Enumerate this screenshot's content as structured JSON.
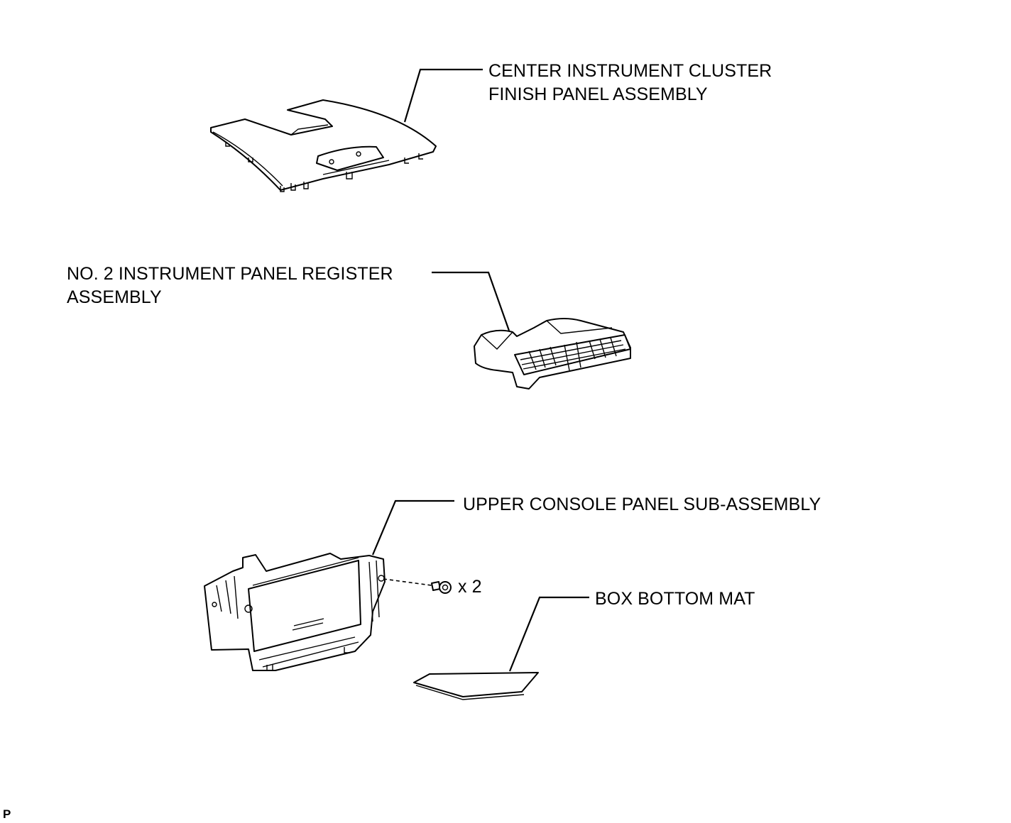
{
  "labels": {
    "center_cluster_line1": "CENTER INSTRUMENT CLUSTER",
    "center_cluster_line2": "FINISH PANEL ASSEMBLY",
    "register_line1": "NO. 2 INSTRUMENT PANEL REGISTER",
    "register_line2": "ASSEMBLY",
    "upper_console": "UPPER CONSOLE PANEL SUB-ASSEMBLY",
    "bolt_quantity": "x 2",
    "box_bottom_mat": "BOX BOTTOM MAT"
  },
  "corner_mark": "P"
}
